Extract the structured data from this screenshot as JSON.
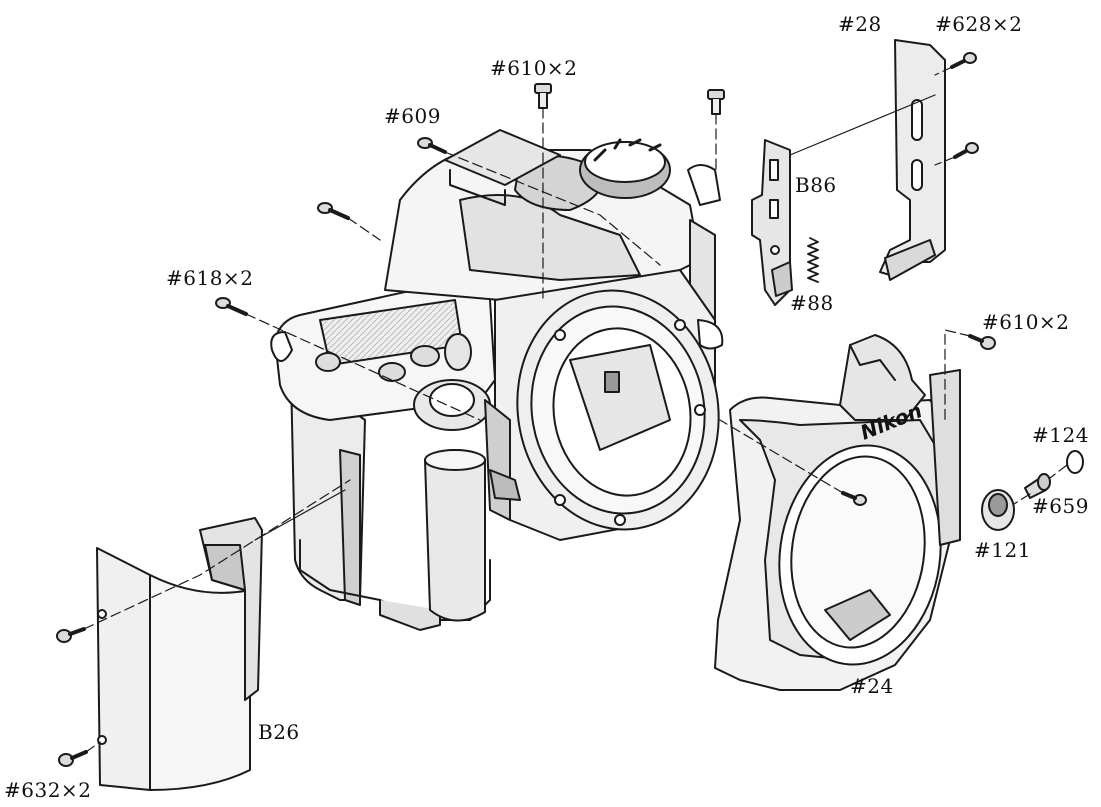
{
  "labels": {
    "p28": "#28",
    "p628": "#628×2",
    "p610_top": "#610×2",
    "p609": "#609",
    "b86": "B86",
    "p88": "#88",
    "p618": "#618×2",
    "p610_right": "#610×2",
    "p124": "#124",
    "p659": "#659",
    "p121": "#121",
    "p24": "#24",
    "b26": "B26",
    "p632": "#632×2"
  },
  "brand": "Nikon",
  "colors": {
    "line": "#1a1a1a",
    "fill_light": "#f2f2f2",
    "fill_mid": "#d9d9d9",
    "fill_dark": "#9a9a9a"
  }
}
